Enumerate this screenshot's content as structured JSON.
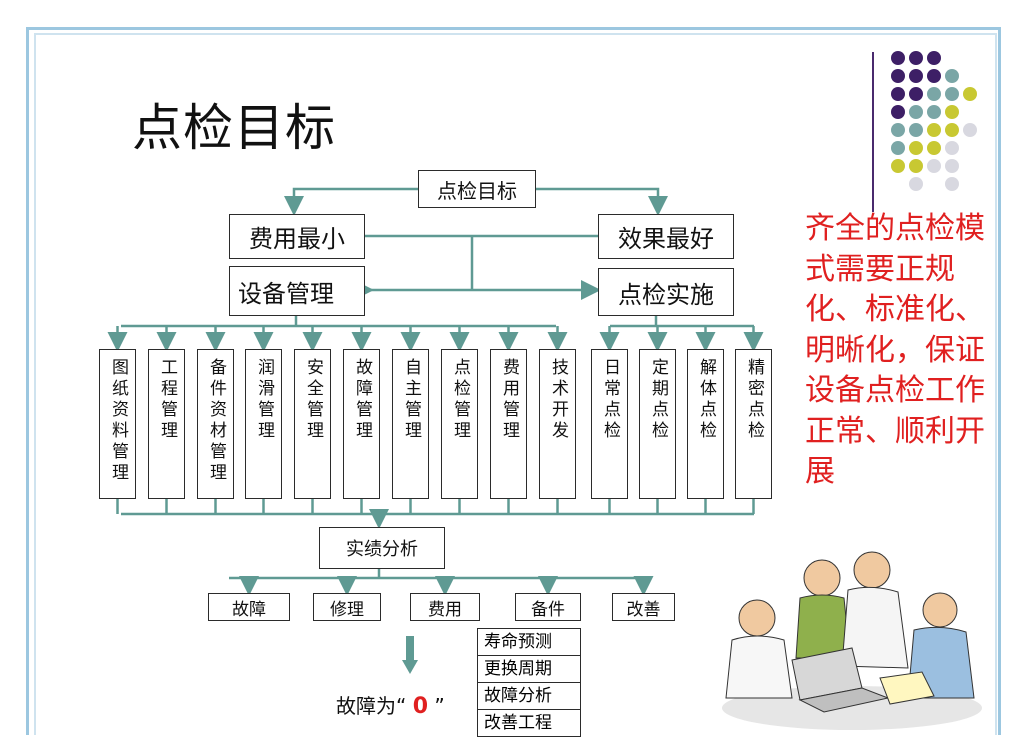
{
  "title": "点检目标",
  "root": "点检目标",
  "left_top": "费用最小",
  "right_top": "效果最好",
  "left_mid": "设备管理",
  "right_mid": "点检实施",
  "mgmt_items": [
    "图纸资料管理",
    "工程管理",
    "备件资材管理",
    "润滑管理",
    "安全管理",
    "故障管理",
    "自主管理",
    "点检管理",
    "费用管理",
    "技术开发"
  ],
  "exec_items": [
    "日常点检",
    "定期点检",
    "解体点检",
    "精密点检"
  ],
  "analysis": "实绩分析",
  "analysis_items": [
    "故障",
    "修理",
    "费用",
    "备件",
    "改善"
  ],
  "details": [
    "寿命预测",
    "更换周期",
    "故障分析",
    "改善工程"
  ],
  "goal_prefix": "故障为“",
  "goal_value": "0",
  "goal_suffix": "”",
  "note": "齐全的点检模式需要正规化、标准化、明晰化，保证设备点检工作正常、顺利开展",
  "colors": {
    "connector": "#5f9a93",
    "note": "#e02020",
    "dot_purple": "#3d1f66",
    "dot_teal": "#7aa6a6",
    "dot_yellow": "#c8c832",
    "dot_gray": "#d8d8e0"
  }
}
